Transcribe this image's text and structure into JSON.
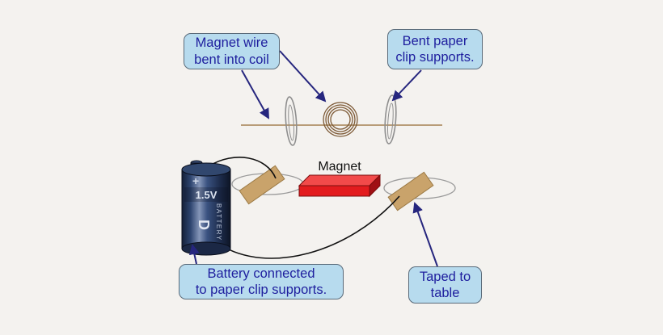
{
  "background": "#f4f2ef",
  "callouts": {
    "coil": {
      "lines": [
        "Magnet wire",
        "bent into coil"
      ]
    },
    "clips": {
      "lines": [
        "Bent paper",
        "clip supports."
      ]
    },
    "battery": {
      "lines": [
        "Battery connected",
        "to paper clip supports."
      ]
    },
    "tape": {
      "lines": [
        "Taped to",
        "table"
      ]
    }
  },
  "labels": {
    "magnet": "Magnet",
    "battery_plus": "+",
    "battery_voltage": "1.5V",
    "battery_brand": "BATTERY",
    "battery_size": "D"
  },
  "colors": {
    "callout_fill": "#b7dbee",
    "callout_text": "#1e1e9e",
    "arrow": "#26267e",
    "magnet_red": "#e31b1e",
    "tape_tan": "#c9a36b",
    "battery_navy": "#2e4570",
    "wire_tan": "#b89c78"
  }
}
